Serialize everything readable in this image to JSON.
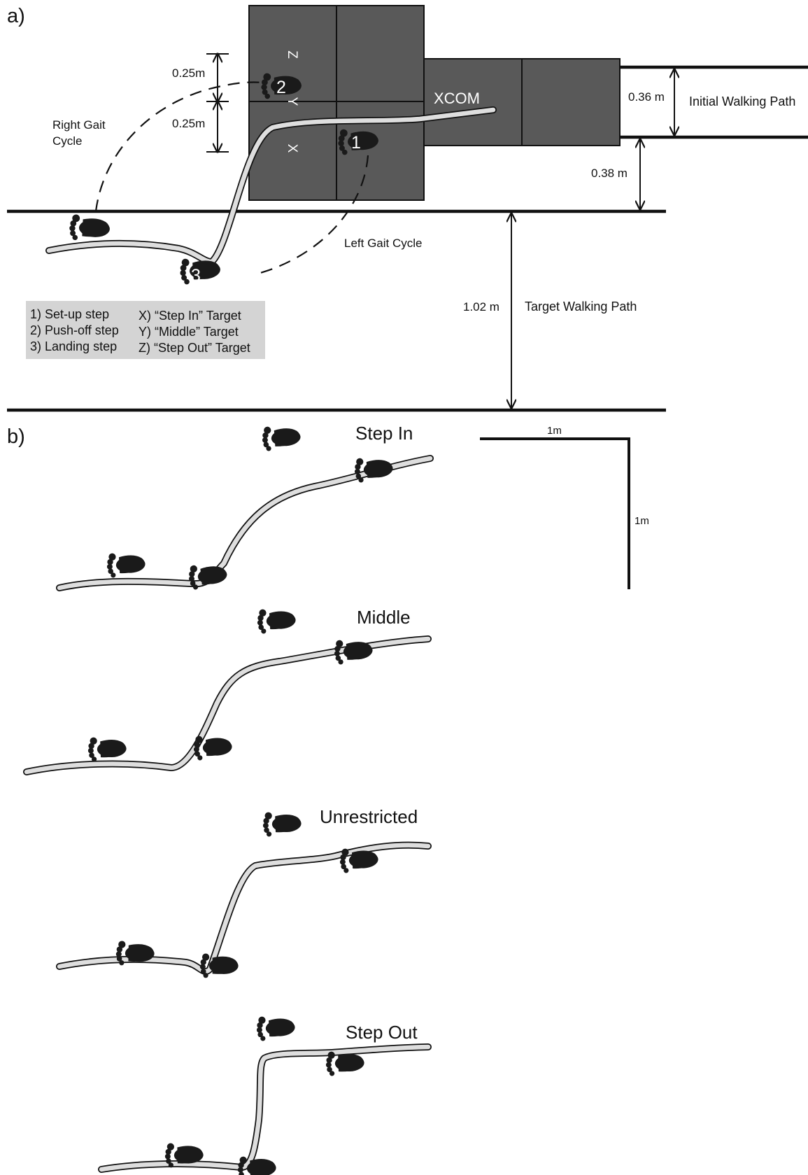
{
  "panel_a": {
    "label": "a)",
    "dimensions": {
      "target_upper_half": "0.25m",
      "target_lower_half": "0.25m",
      "initial_path_width": "0.36 m",
      "gap_to_target_path": "0.38 m",
      "target_path_width": "1.02 m"
    },
    "labels": {
      "right_gait_cycle": [
        "Right Gait",
        "Cycle"
      ],
      "left_gait_cycle": "Left Gait Cycle",
      "xcom": "XCOM",
      "initial_walking_path": "Initial Walking Path",
      "target_walking_path": "Target Walking Path"
    },
    "target_letters": {
      "x": "X",
      "y": "Y",
      "z": "Z"
    },
    "step_numbers": {
      "one": "1",
      "two": "2",
      "three": "3"
    },
    "legend": {
      "steps": [
        "1) Set-up step",
        "2) Push-off step",
        "3) Landing step"
      ],
      "targets": [
        "X) “Step In”  Target",
        "Y) “Middle”  Target",
        "Z) “Step Out”  Target"
      ]
    },
    "colors": {
      "plate": "#595959",
      "foot": "#1a1a1a",
      "legend_bg": "#d4d4d4",
      "trajectory": "#dedede"
    }
  },
  "panel_b": {
    "label": "b)",
    "conditions": [
      "Step In",
      "Middle",
      "Unrestricted",
      "Step Out"
    ],
    "scale_bar": {
      "horizontal": "1m",
      "vertical": "1m"
    }
  }
}
